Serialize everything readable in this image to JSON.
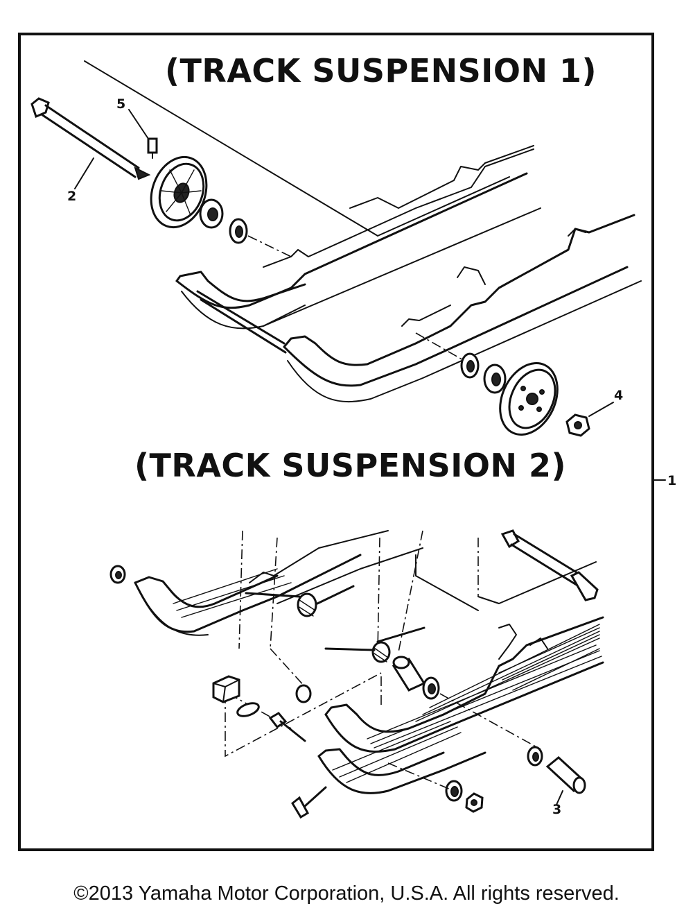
{
  "titles": {
    "upper": "(TRACK SUSPENSION 1)",
    "lower": "(TRACK SUSPENSION 2)"
  },
  "callouts": {
    "c1": "1",
    "c2": "2",
    "c3": "3",
    "c4": "4",
    "c5": "5"
  },
  "footer": {
    "copyright": "©2013 Yamaha Motor Corporation, U.S.A. All rights reserved."
  }
}
